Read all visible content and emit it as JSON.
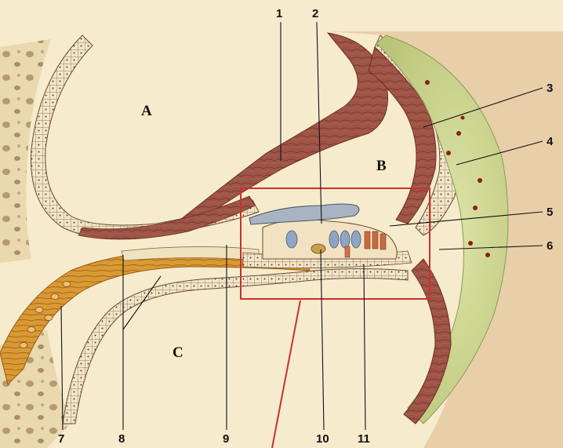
{
  "diagram": {
    "region_labels": {
      "a": "A",
      "b": "B",
      "c": "C"
    },
    "callouts": [
      "1",
      "2",
      "3",
      "4",
      "5",
      "6",
      "7",
      "8",
      "9",
      "10",
      "11"
    ]
  },
  "colors": {
    "background": "#f6ebcc",
    "bone": "#ead8ae",
    "wall": "#9e5446",
    "ligament": "#c3cd83",
    "nerve": "#d99a34",
    "epithelium": "#f1e4c4",
    "tectorial": "#a8b4c2",
    "frame": "#c8322a"
  }
}
